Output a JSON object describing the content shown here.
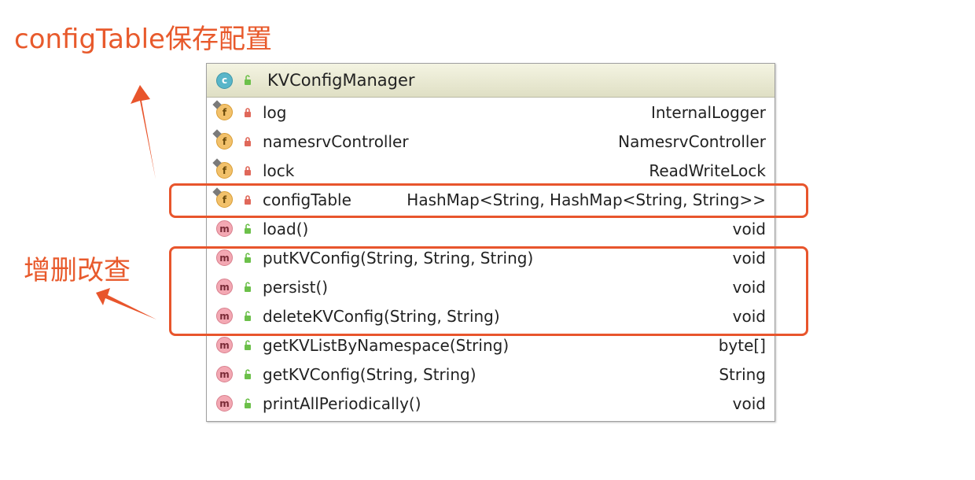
{
  "annotations": {
    "top": "configTable保存配置",
    "crud": "增删改查"
  },
  "diagram": {
    "class_name": "KVConfigManager",
    "fields": [
      {
        "name": "log",
        "type": "InternalLogger"
      },
      {
        "name": "namesrvController",
        "type": "NamesrvController"
      },
      {
        "name": "lock",
        "type": "ReadWriteLock"
      },
      {
        "name": "configTable",
        "type": "HashMap<String, HashMap<String, String>>"
      }
    ],
    "methods": [
      {
        "name": "load()",
        "type": "void"
      },
      {
        "name": "putKVConfig(String, String, String)",
        "type": "void"
      },
      {
        "name": "persist()",
        "type": "void"
      },
      {
        "name": "deleteKVConfig(String, String)",
        "type": "void"
      },
      {
        "name": "getKVListByNamespace(String)",
        "type": "byte[]"
      },
      {
        "name": "getKVConfig(String, String)",
        "type": "String"
      },
      {
        "name": "printAllPeriodically()",
        "type": "void"
      }
    ]
  },
  "colors": {
    "annotation": "#e85a2c",
    "highlight": "#e8552c",
    "header_bg": "#e8e8d0"
  }
}
